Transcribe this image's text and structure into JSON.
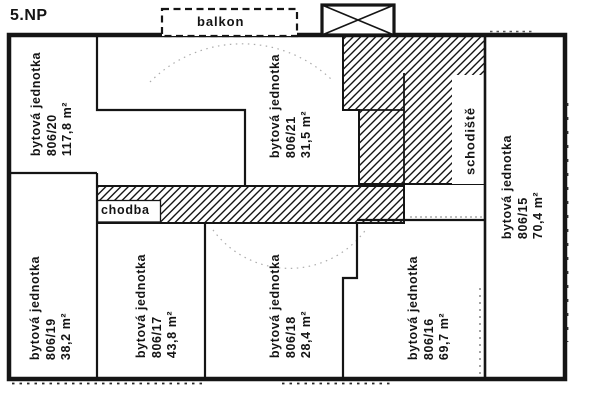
{
  "floor_label": "5.NP",
  "rooms": {
    "balcony": "balkon",
    "corridor": "chodba",
    "staircase": "schodiště"
  },
  "units": [
    {
      "type": "bytová jednotka",
      "number": "806/20",
      "area": "117,8 m²"
    },
    {
      "type": "bytová jednotka",
      "number": "806/21",
      "area": "31,5 m²"
    },
    {
      "type": "bytová jednotka",
      "number": "806/15",
      "area": "70,4 m²"
    },
    {
      "type": "bytová jednotka",
      "number": "806/19",
      "area": "38,2 m²"
    },
    {
      "type": "bytová jednotka",
      "number": "806/17",
      "area": "43,8 m²"
    },
    {
      "type": "bytová jednotka",
      "number": "806/18",
      "area": "28,4 m²"
    },
    {
      "type": "bytová jednotka",
      "number": "806/16",
      "area": "69,7 m²"
    }
  ],
  "colors": {
    "line": "#151515",
    "background": "#ffffff"
  }
}
